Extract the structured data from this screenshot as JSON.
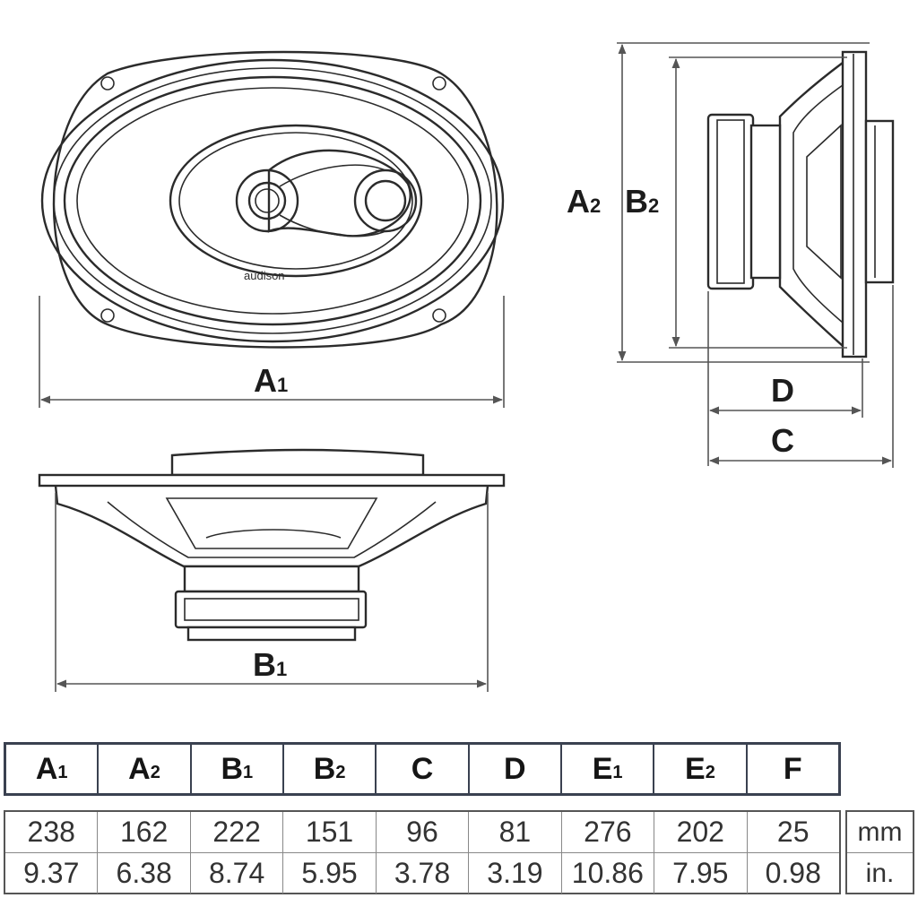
{
  "diagram": {
    "brand_text": "audison",
    "labels": {
      "A1": {
        "main": "A",
        "sub": "1"
      },
      "A2": {
        "main": "A",
        "sub": "2"
      },
      "B1": {
        "main": "B",
        "sub": "1"
      },
      "B2": {
        "main": "B",
        "sub": "2"
      },
      "C": {
        "main": "C",
        "sub": ""
      },
      "D": {
        "main": "D",
        "sub": ""
      }
    }
  },
  "table": {
    "headers": [
      {
        "main": "A",
        "sub": "1"
      },
      {
        "main": "A",
        "sub": "2"
      },
      {
        "main": "B",
        "sub": "1"
      },
      {
        "main": "B",
        "sub": "2"
      },
      {
        "main": "C",
        "sub": ""
      },
      {
        "main": "D",
        "sub": ""
      },
      {
        "main": "E",
        "sub": "1"
      },
      {
        "main": "E",
        "sub": "2"
      },
      {
        "main": "F",
        "sub": ""
      }
    ],
    "rows": [
      {
        "unit": "mm",
        "values": [
          "238",
          "162",
          "222",
          "151",
          "96",
          "81",
          "276",
          "202",
          "25"
        ]
      },
      {
        "unit": "in.",
        "values": [
          "9.37",
          "6.38",
          "8.74",
          "5.95",
          "3.78",
          "3.19",
          "10.86",
          "7.95",
          "0.98"
        ]
      }
    ]
  }
}
